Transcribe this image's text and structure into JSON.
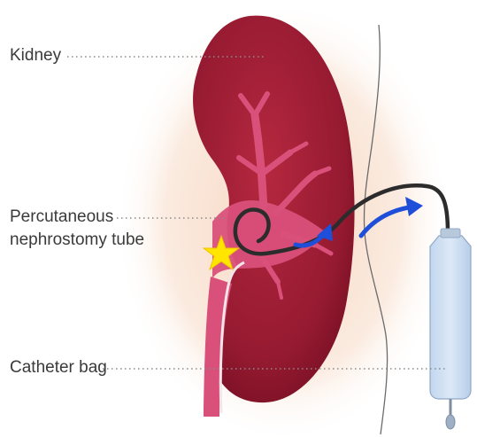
{
  "labels": {
    "kidney": "Kidney",
    "tube_line1": "Percutaneous",
    "tube_line2": "nephrostomy tube",
    "catheter_bag": "Catheter bag"
  },
  "colors": {
    "background": "#ffffff",
    "skin_glow": "#f8dcc8",
    "kidney": "#9b1d35",
    "renal_pelvis": "#d9507a",
    "tube": "#2c2c2c",
    "flow_arrow": "#1f4fd8",
    "stone": "#ffe600",
    "bag": "#cfe0f2",
    "leader_line": "#8a8a8a"
  }
}
